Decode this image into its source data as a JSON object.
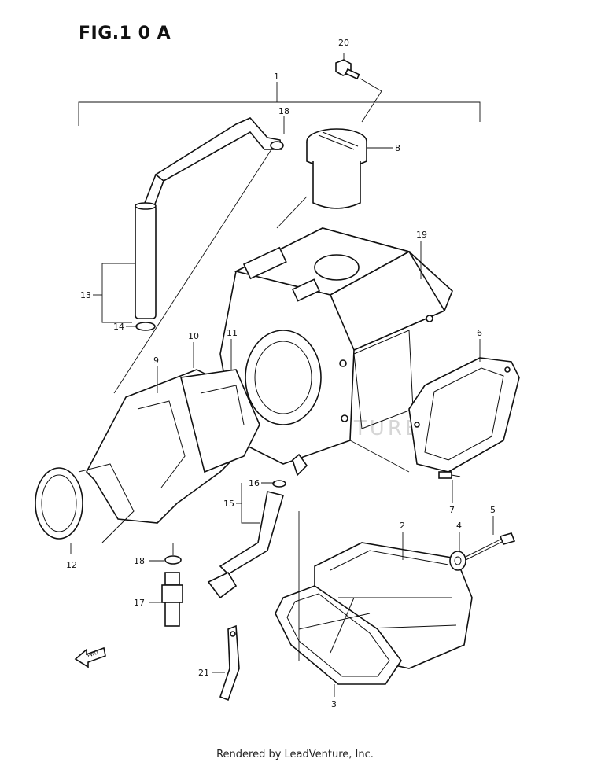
{
  "figure": {
    "title": "FIG.1 0 A"
  },
  "footer": {
    "text": "Rendered by LeadVenture, Inc."
  },
  "watermark": {
    "text": "LEADVENTURE"
  },
  "direction": {
    "label": "FWD"
  },
  "callouts": {
    "c1": "1",
    "c2": "2",
    "c3": "3",
    "c4": "4",
    "c5": "5",
    "c6": "6",
    "c7": "7",
    "c8": "8",
    "c9": "9",
    "c10": "10",
    "c11": "11",
    "c12": "12",
    "c13": "13",
    "c14": "14",
    "c15": "15",
    "c16": "16",
    "c17": "17",
    "c18a": "18",
    "c18b": "18",
    "c19": "19",
    "c20": "20",
    "c21": "21"
  }
}
